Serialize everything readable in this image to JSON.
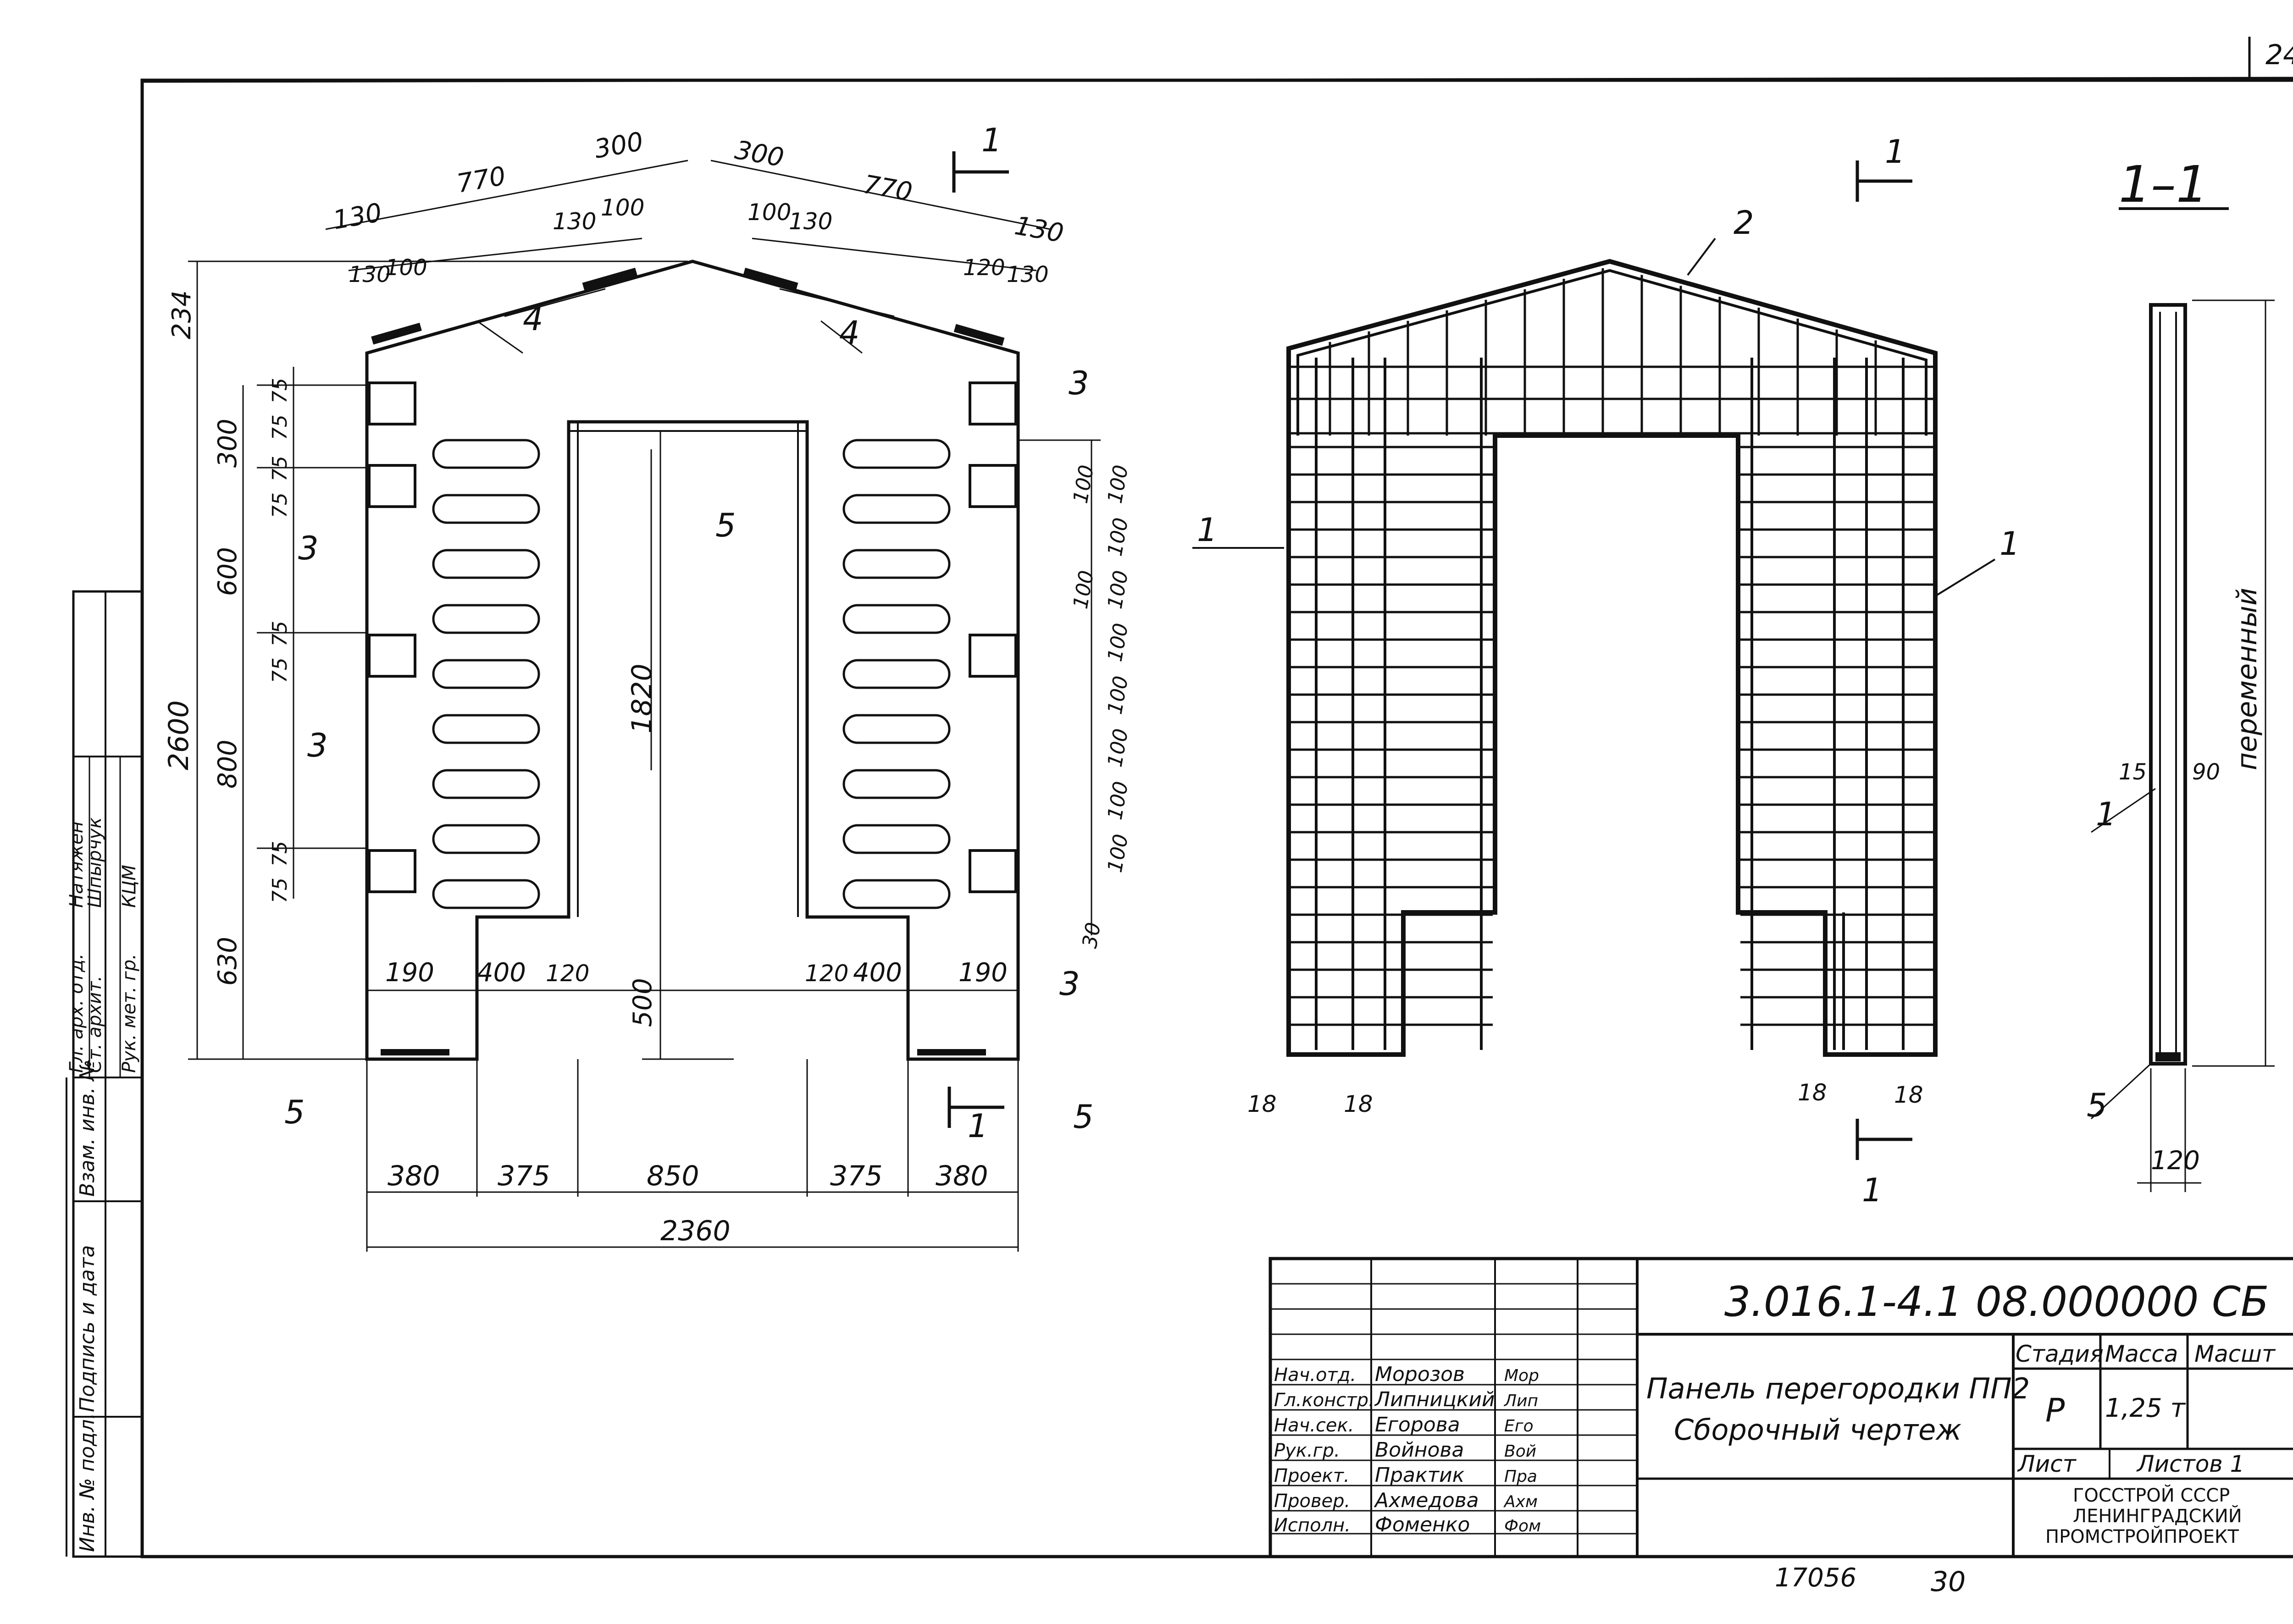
{
  "sheet": {
    "page_number": "24",
    "bottom_note_left": "17056",
    "bottom_note_right": "30"
  },
  "view_left": {
    "dims_top": [
      "130",
      "770",
      "300",
      "130",
      "100",
      "300",
      "100",
      "130",
      "770",
      "130"
    ],
    "dims_top2": [
      "130",
      "100",
      "120",
      "130"
    ],
    "dims_left": [
      "234",
      "2600",
      "300",
      "600",
      "800",
      "630",
      "75",
      "75",
      "75",
      "75",
      "75",
      "75",
      "75",
      "75"
    ],
    "dims_right": [
      "100",
      "100",
      "100",
      "100",
      "100",
      "100",
      "100",
      "100",
      "100",
      "100",
      "30"
    ],
    "dims_inner": [
      "190",
      "400",
      "120",
      "1820",
      "500",
      "120",
      "400",
      "190"
    ],
    "dims_bottom": [
      "380",
      "375",
      "850",
      "375",
      "380"
    ],
    "dim_total": "2360",
    "callouts": [
      "4",
      "4",
      "3",
      "3",
      "3",
      "3",
      "5",
      "5",
      "5",
      "1",
      "1"
    ]
  },
  "view_middle": {
    "callouts": [
      "2",
      "1",
      "1",
      "1",
      "1"
    ],
    "dims": [
      "18",
      "18",
      "18",
      "18"
    ]
  },
  "view_section": {
    "title": "1–1",
    "variable_label": "переменный",
    "dims": [
      "15",
      "90",
      "120"
    ],
    "callouts": [
      "1",
      "5"
    ]
  },
  "side_stamp": {
    "rows": [
      "Гл. арх. отд.",
      "Ст. архит.",
      "Рук. мет. гр."
    ],
    "names": [
      "Натяжен",
      "Шпырчук",
      "КЦМ"
    ],
    "columns": [
      "Взам. инв. №",
      "Подпись и дата",
      "Инв. № подл."
    ]
  },
  "title_block": {
    "code": "3.016.1-4.1 08.000000 СБ",
    "name_line1": "Панель перегородки ПП2",
    "name_line2": "Сборочный чертеж",
    "stage_label": "Стадия",
    "mass_label": "Масса",
    "scale_label": "Масшт",
    "stage_value": "Р",
    "mass_value": "1,25 т",
    "sheet_label": "Лист",
    "sheets_label": "Листов 1",
    "org_line1": "ГОССТРОЙ СССР",
    "org_line2": "ЛЕНИНГРАДСКИЙ",
    "org_line3": "ПРОМСТРОЙПРОЕКТ",
    "signers": [
      {
        "role": "Нач.отд.",
        "name": "Морозов",
        "sign": "Мор"
      },
      {
        "role": "Гл.констр.",
        "name": "Липницкий",
        "sign": "Лип"
      },
      {
        "role": "Нач.сек.",
        "name": "Егорова",
        "sign": "Его"
      },
      {
        "role": "Рук.гр.",
        "name": "Войнова",
        "sign": "Вой"
      },
      {
        "role": "Проект.",
        "name": "Практик",
        "sign": "Пра"
      },
      {
        "role": "Провер.",
        "name": "Ахмедова",
        "sign": "Ахм"
      },
      {
        "role": "Исполн.",
        "name": "Фоменко",
        "sign": "Фом"
      }
    ]
  }
}
